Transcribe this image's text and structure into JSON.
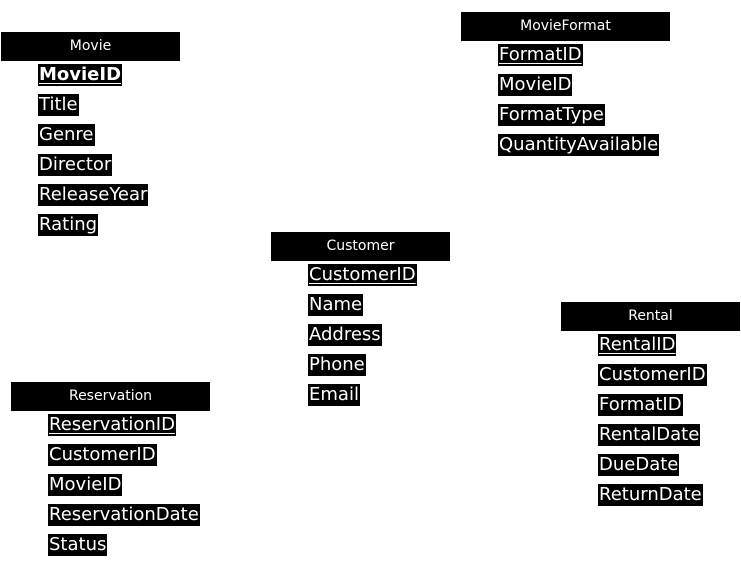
{
  "entities": {
    "movie": {
      "title": "Movie",
      "attributes": [
        "MovieID",
        "Title",
        "Genre",
        "Director",
        "ReleaseYear",
        "Rating"
      ]
    },
    "movie_format": {
      "title": "MovieFormat",
      "attributes": [
        "FormatID ",
        "MovieID ",
        "FormatType",
        "QuantityAvailable"
      ]
    },
    "customer": {
      "title": "Customer",
      "attributes": [
        "CustomerID ",
        "Name",
        "Address",
        "Phone",
        "Email"
      ]
    },
    "rental": {
      "title": "Rental",
      "attributes": [
        "RentalID ",
        "CustomerID ",
        "FormatID ",
        "RentalDate",
        "DueDate",
        "ReturnDate"
      ]
    },
    "reservation": {
      "title": "Reservation",
      "attributes": [
        "ReservationID ",
        "CustomerID ",
        "MovieID ",
        "ReservationDate",
        "Status"
      ]
    }
  }
}
